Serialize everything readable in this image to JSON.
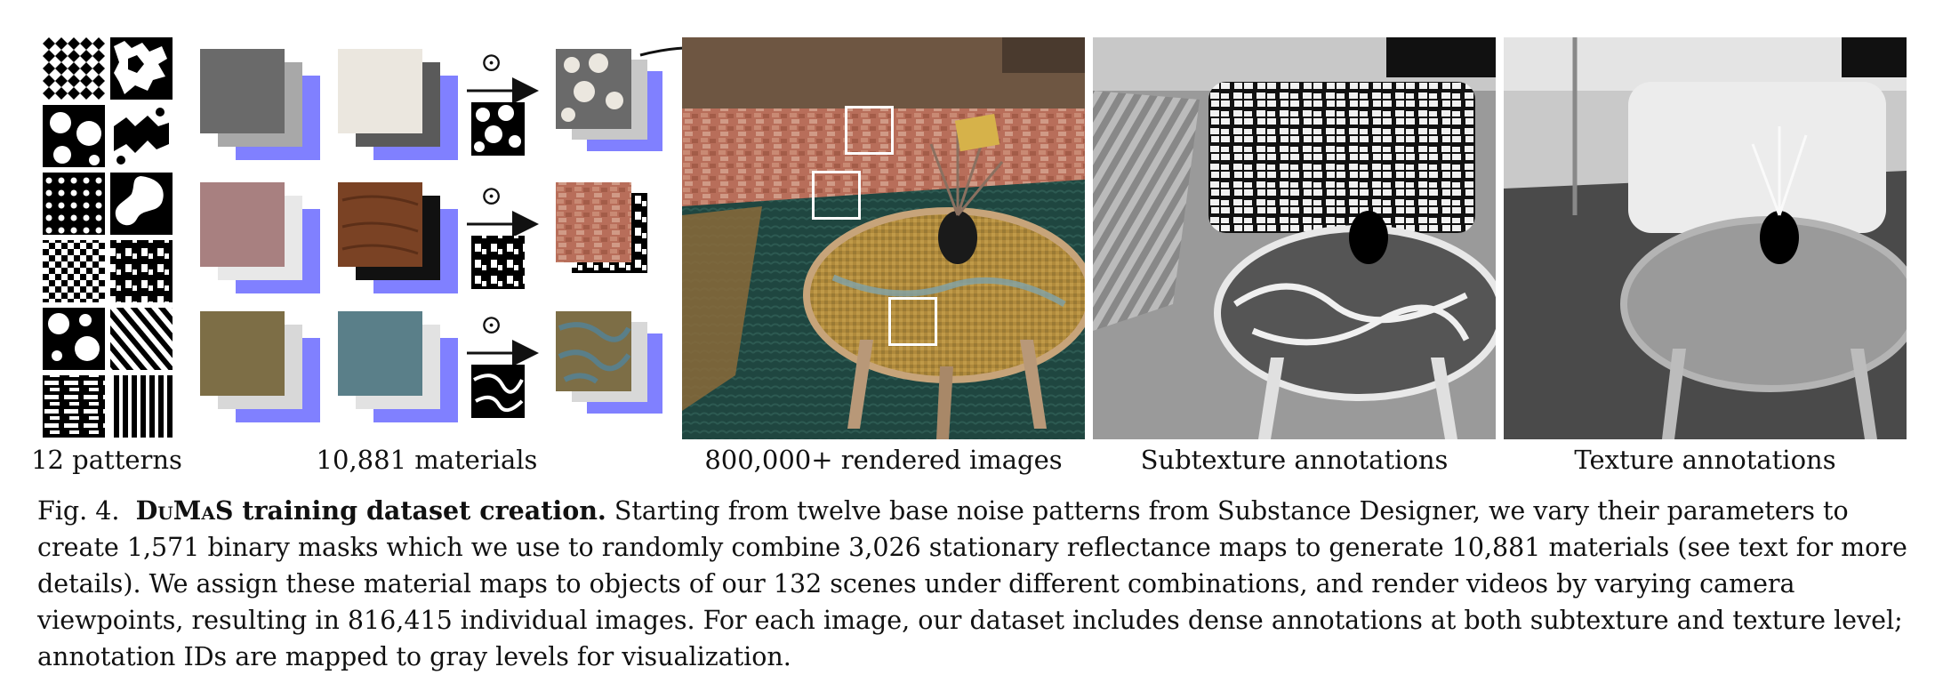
{
  "panels": {
    "patterns_label": "12 patterns",
    "materials_label": "10,881 materials",
    "rendered_label": "800,000+ rendered images",
    "subtexture_label": "Subtexture annotations",
    "texture_label": "Texture annotations",
    "operator_symbol": "⊙"
  },
  "caption": {
    "fig": "Fig. 4.",
    "title_prefix": "D",
    "title_sc1": "u",
    "title_mid": "M",
    "title_sc2": "a",
    "title_suffix": "S training dataset creation.",
    "body": "Starting from twelve base noise patterns from Substance Designer, we vary their parameters to create 1,571 binary masks which we use to randomly combine 3,026 stationary reflectance maps to generate 10,881 materials (see text for more details). We assign these material maps to objects of our 132 scenes under different combinations, and render videos by varying camera viewpoints, resulting in 816,415 individual images. For each image, our dataset includes dense annotations at both subtexture and texture level; annotation IDs are mapped to gray levels for visualization."
  },
  "colors": {
    "stack_blue": "#8080ff",
    "swatch_gray": "#6a6a6a",
    "swatch_cream": "#ebe7df",
    "swatch_pink": "#a88080",
    "swatch_wood": "#7a4224",
    "swatch_olive": "#7d6e46",
    "swatch_teal": "#5a7f89"
  }
}
